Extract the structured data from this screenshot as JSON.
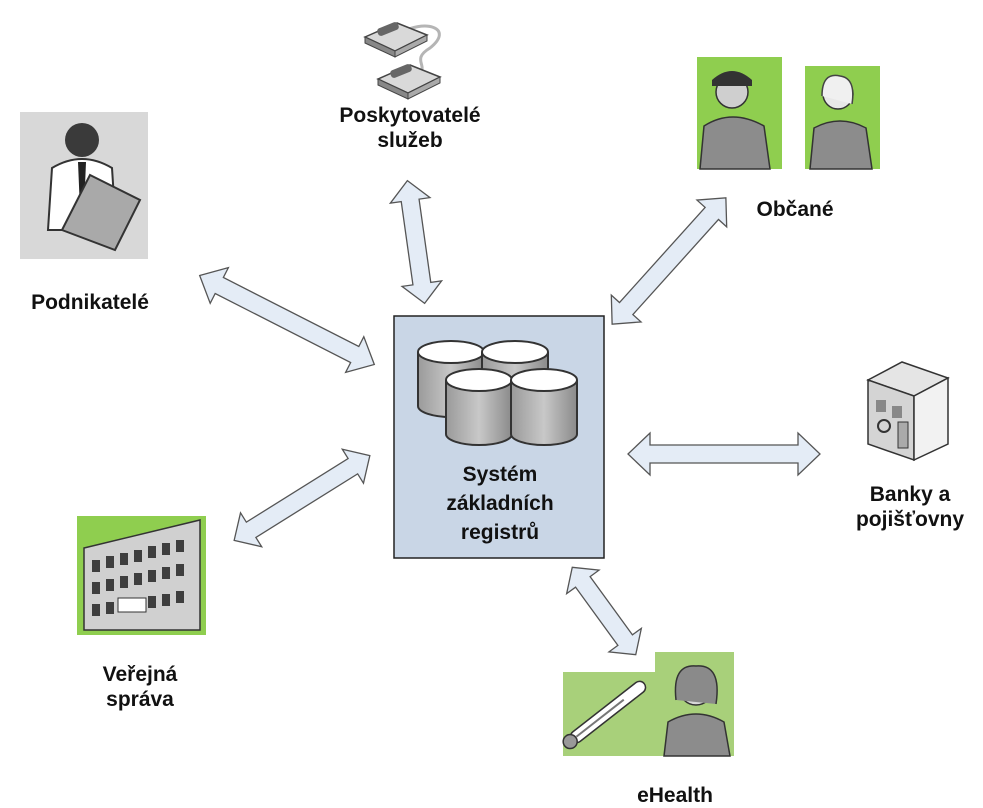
{
  "center": {
    "line1": "Systém",
    "line2": "základních",
    "line3": "registrů"
  },
  "nodes": {
    "providers": {
      "line1": "Poskytovatelé",
      "line2": "služeb"
    },
    "citizens": {
      "line1": "Občané"
    },
    "entrepreneurs": {
      "line1": "Podnikatelé"
    },
    "banks": {
      "line1": "Banky a",
      "line2": "pojišťovny"
    },
    "public_admin": {
      "line1": "Veřejná",
      "line2": "správa"
    },
    "ehealth": {
      "line1": "eHealth"
    }
  },
  "colors": {
    "center_fill": "#c9d6e6",
    "arrow_fill": "#e4ecf6",
    "icon_green": "#8fce4f"
  }
}
